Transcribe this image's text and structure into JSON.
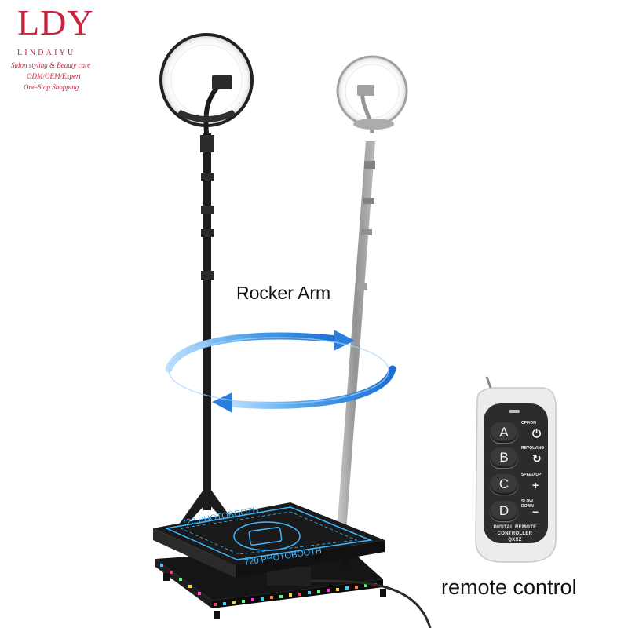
{
  "brand": {
    "mark": "LDY",
    "name": "LINDAIYU",
    "tagline_1": "Salon styling & Beauty care",
    "tagline_2": "ODM/OEM/Expert",
    "tagline_3": "One-Stop Shopping",
    "color": "#c8243e"
  },
  "labels": {
    "rocker_arm": "Rocker Arm",
    "remote_control": "remote control"
  },
  "platform": {
    "engraving_top": "720 PHOTOBOOTH",
    "engraving_bottom": "720 PHOTOBOOTH",
    "glow_color": "#3fb6ff"
  },
  "remote": {
    "buttons": [
      {
        "key": "A",
        "label": "OFF/ON",
        "symbol": "⏻"
      },
      {
        "key": "B",
        "label": "REVOLVING",
        "symbol": "↻"
      },
      {
        "key": "C",
        "label": "SPEED UP",
        "symbol": "+"
      },
      {
        "key": "D",
        "label": "SLOW DOWN",
        "symbol": "−"
      }
    ],
    "caption_1": "DIGITAL REMOTE",
    "caption_2": "CONTROLLER",
    "caption_3": "QXXZ"
  },
  "colors": {
    "rotation_arrow": "#4a9fe8",
    "pole_dark": "#1c1c1c",
    "pole_ghost": "#9a9a9a"
  }
}
